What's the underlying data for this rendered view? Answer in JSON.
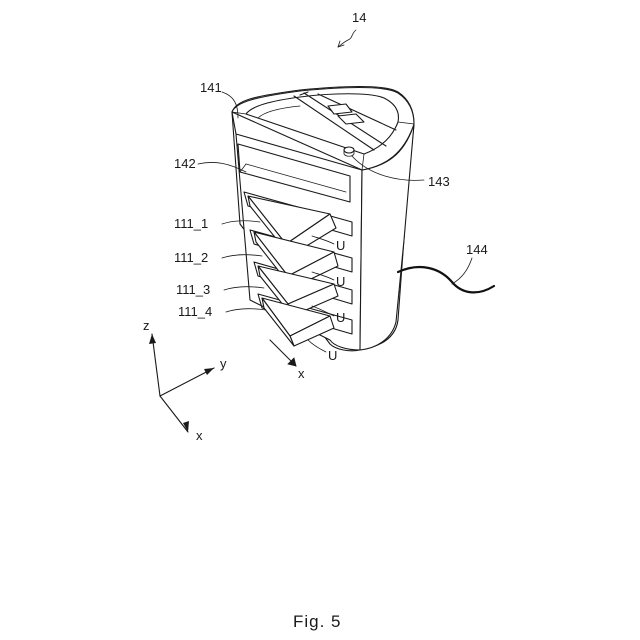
{
  "figure": {
    "ref_main": "14",
    "caption": "Fig. 5",
    "parts": {
      "top_cover": "141",
      "window": "142",
      "post": "143",
      "cable": "144"
    },
    "slots": [
      {
        "label": "111_1",
        "u": "U"
      },
      {
        "label": "111_2",
        "u": "U"
      },
      {
        "label": "111_3",
        "u": "U"
      },
      {
        "label": "111_4",
        "u": "U"
      }
    ],
    "axes": {
      "z": "z",
      "y": "y",
      "x": "x",
      "x_local": "x"
    }
  }
}
